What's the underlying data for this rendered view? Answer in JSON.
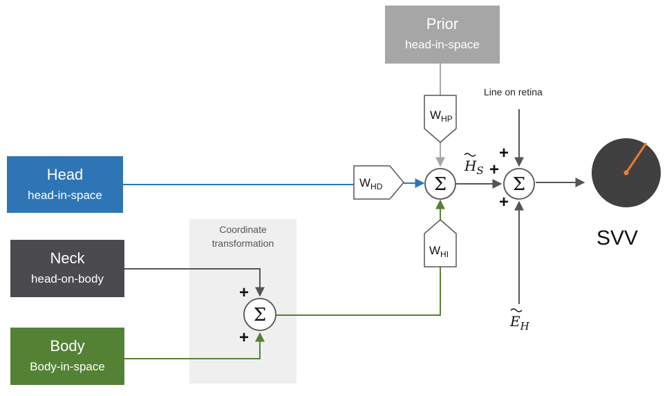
{
  "blocks": {
    "prior": {
      "title": "Prior",
      "subtitle": "head-in-space",
      "color": "#a6a6a6"
    },
    "head": {
      "title": "Head",
      "subtitle": "head-in-space",
      "color": "#2e75b6"
    },
    "neck": {
      "title": "Neck",
      "subtitle": "head-on-body",
      "color": "#4a4a4f"
    },
    "body": {
      "title": "Body",
      "subtitle": "Body-in-space",
      "color": "#548235"
    }
  },
  "coordinate_transformation": {
    "line1": "Coordinate",
    "line2": "transformation"
  },
  "weights": {
    "hp": {
      "main": "W",
      "sub": "HP"
    },
    "hd": {
      "main": "W",
      "sub": "HD"
    },
    "hi": {
      "main": "W",
      "sub": "HI"
    }
  },
  "labels": {
    "line_on_retina": "Line on retina",
    "hs_main": "H",
    "hs_sub": "S",
    "eh_main": "E",
    "eh_sub": "H",
    "svv": "SVV",
    "sum_symbol": "Σ",
    "plus": "+"
  },
  "colors": {
    "head_line": "#2e75b6",
    "body_line": "#548235",
    "prior_line": "#a6a6a6",
    "dark_line": "#555555",
    "dial_fill": "#404040",
    "dial_needle": "#ed7d31"
  }
}
